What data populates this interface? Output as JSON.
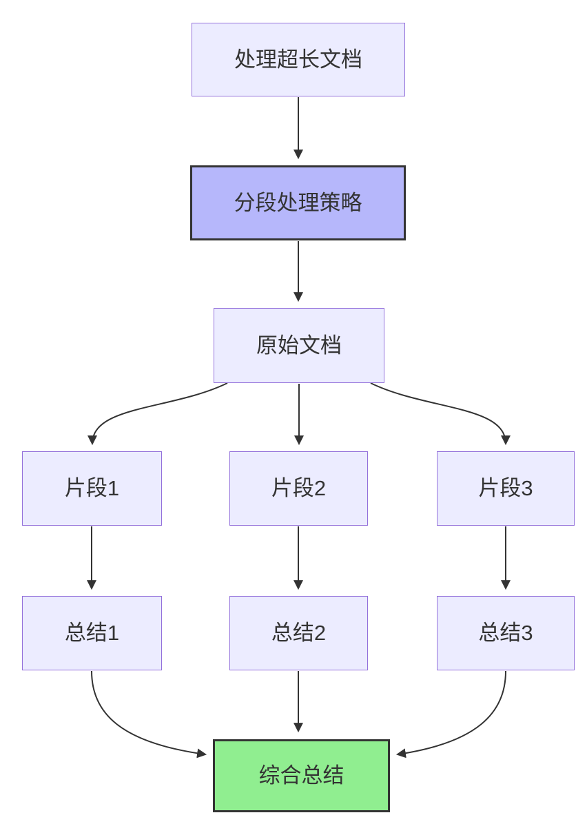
{
  "diagram": {
    "type": "flowchart",
    "direction": "top-down",
    "background_color": "#FFFFFF",
    "colors": {
      "node_fill": "#ECECFF",
      "node_border": "#9370DB",
      "highlight_node_fill": "#B6B7FB",
      "highlight_node_border": "#333333",
      "result_node_fill": "#90EE90",
      "result_node_border": "#333333",
      "edge_stroke": "#333333",
      "text": "#333333"
    },
    "nodes": [
      {
        "id": "A",
        "label": "处理超长文档",
        "style": "default"
      },
      {
        "id": "B",
        "label": "分段处理策略",
        "style": "highlight"
      },
      {
        "id": "C",
        "label": "原始文档",
        "style": "default"
      },
      {
        "id": "D",
        "label": "片段1",
        "style": "default"
      },
      {
        "id": "E",
        "label": "片段2",
        "style": "default"
      },
      {
        "id": "F",
        "label": "片段3",
        "style": "default"
      },
      {
        "id": "G",
        "label": "总结1",
        "style": "default"
      },
      {
        "id": "H",
        "label": "总结2",
        "style": "default"
      },
      {
        "id": "I",
        "label": "总结3",
        "style": "default"
      },
      {
        "id": "J",
        "label": "综合总结",
        "style": "result"
      }
    ],
    "edges": [
      {
        "from": "处理超长文档",
        "to": "分段处理策略",
        "arrow": "filled-triangle"
      },
      {
        "from": "分段处理策略",
        "to": "原始文档",
        "arrow": "filled-triangle"
      },
      {
        "from": "原始文档",
        "to": "片段1",
        "arrow": "filled-triangle"
      },
      {
        "from": "原始文档",
        "to": "片段2",
        "arrow": "filled-triangle"
      },
      {
        "from": "原始文档",
        "to": "片段3",
        "arrow": "filled-triangle"
      },
      {
        "from": "片段1",
        "to": "总结1",
        "arrow": "filled-triangle"
      },
      {
        "from": "片段2",
        "to": "总结2",
        "arrow": "filled-triangle"
      },
      {
        "from": "片段3",
        "to": "总结3",
        "arrow": "filled-triangle"
      },
      {
        "from": "总结1",
        "to": "综合总结",
        "arrow": "filled-triangle"
      },
      {
        "from": "总结2",
        "to": "综合总结",
        "arrow": "filled-triangle"
      },
      {
        "from": "总结3",
        "to": "综合总结",
        "arrow": "filled-triangle"
      }
    ]
  }
}
